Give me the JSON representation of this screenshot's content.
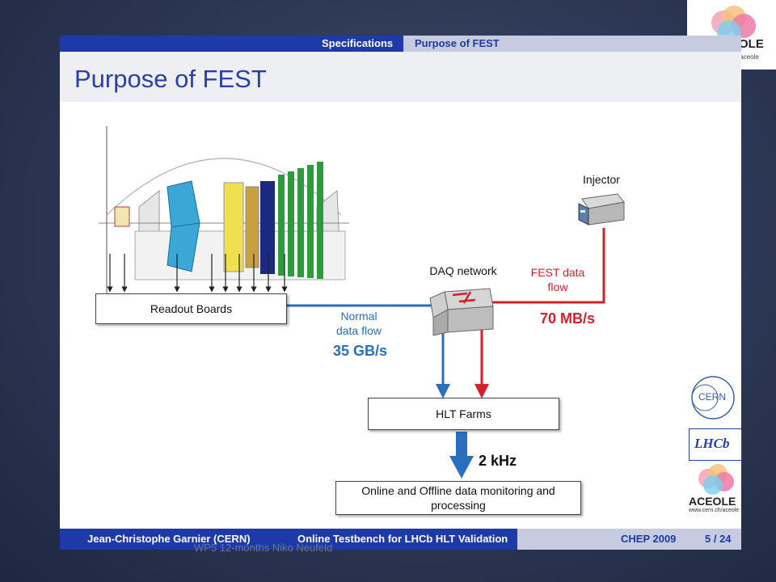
{
  "nav": {
    "specifications": "Specifications",
    "purpose": "Purpose of FEST"
  },
  "title": "Purpose of FEST",
  "diagram": {
    "readout": "Readout Boards",
    "daq": "DAQ network",
    "injector": "Injector",
    "normal_flow_line1": "Normal",
    "normal_flow_line2": "data flow",
    "normal_rate": "35 GB/s",
    "fest_flow_line1": "FEST data",
    "fest_flow_line2": "flow",
    "fest_rate": "70 MB/s",
    "hlt": "HLT Farms",
    "hlt_rate": "2 kHz",
    "monitoring_line1": "Online and Offline data monitoring and",
    "monitoring_line2": "processing"
  },
  "footer": {
    "author": "Jean-Christophe Garnier  (CERN)",
    "talk": "Online Testbench for LHCb HLT Validation",
    "conference": "CHEP 2009",
    "page": "5 / 24"
  },
  "logos": {
    "top_logo_text": "OLE",
    "top_logo_url": "/aceole",
    "cern": "CERN",
    "lhcb": "LHCb",
    "aceole": "ACEOLE",
    "aceole_url": "www.cern.ch/aceole"
  },
  "watermark": "WP5 12-months Niko Neufeld",
  "colors": {
    "nav_blue": "#1d3aa8",
    "flow_blue": "#2a6ebf",
    "flow_red": "#d4202a",
    "title_blue": "#2a3fa8"
  }
}
